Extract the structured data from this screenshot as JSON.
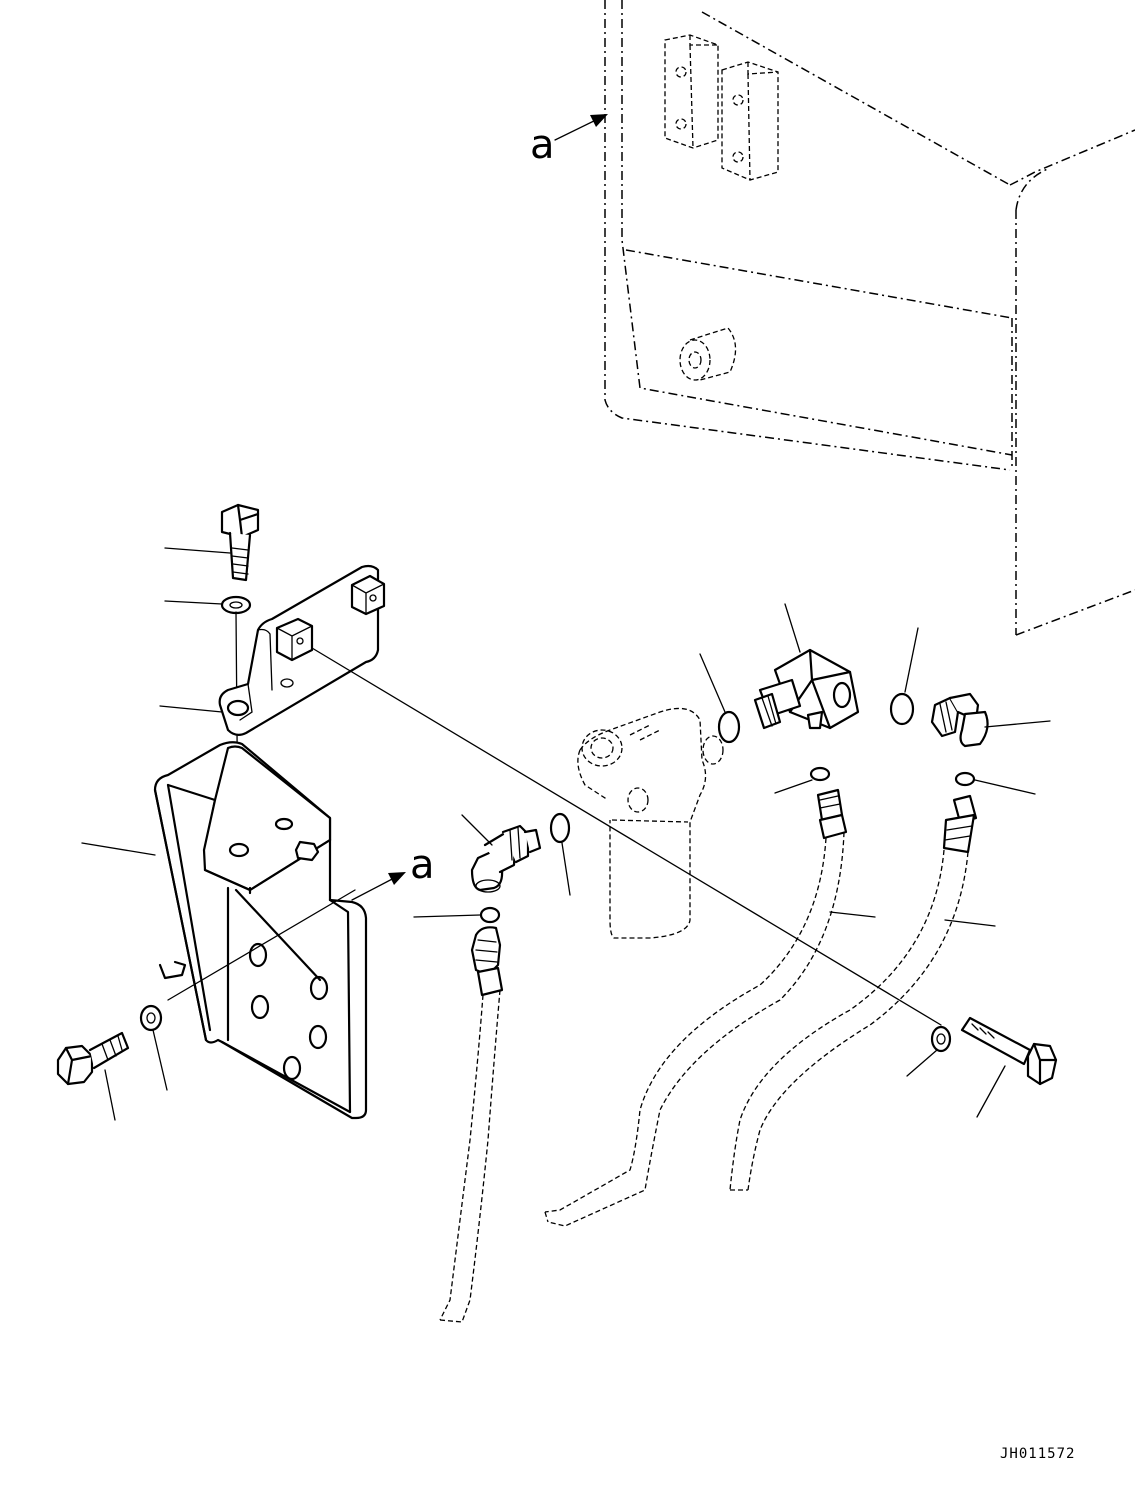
{
  "diagram": {
    "view_labels": {
      "upper": "a",
      "lower": "a"
    },
    "drawing_code": "JH011572"
  }
}
